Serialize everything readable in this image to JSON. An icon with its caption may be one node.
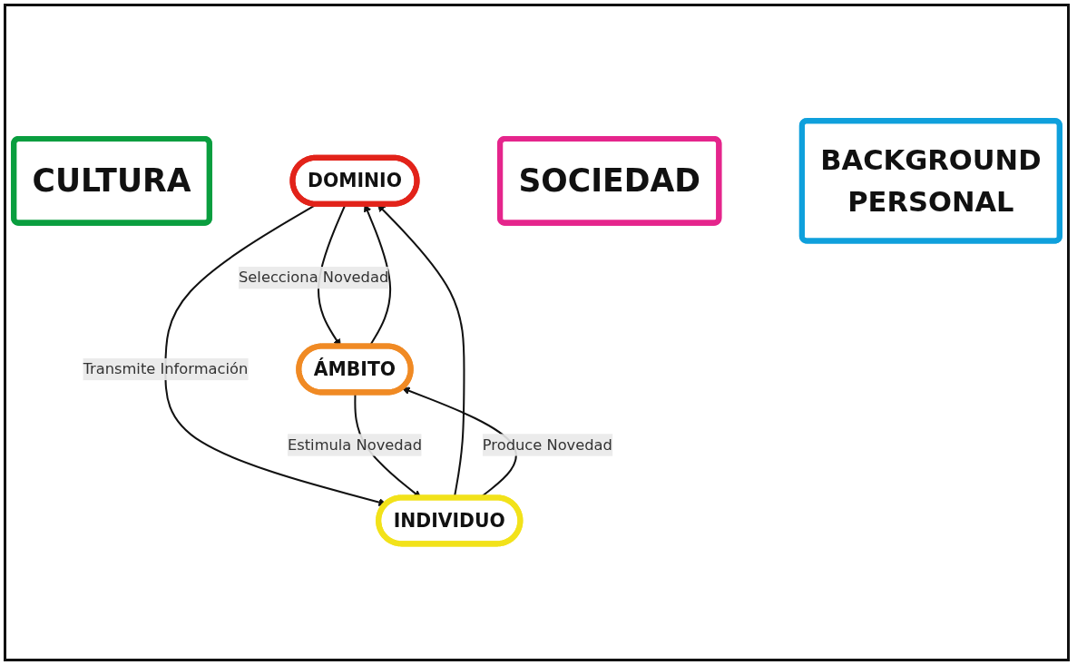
{
  "diagram": {
    "nodes": [
      {
        "text": [
          "CULTURA"
        ]
      },
      {
        "text": [
          "DOMINIO"
        ]
      },
      {
        "text": [
          "ÁMBITO"
        ]
      },
      {
        "text": [
          "INDIVIDUO"
        ]
      },
      {
        "text": [
          "SOCIEDAD"
        ]
      },
      {
        "text": [
          "BACKGROUND",
          "PERSONAL"
        ]
      }
    ],
    "edges": [
      {
        "from": 1,
        "to": 2,
        "arrow": "to",
        "label": "Selecciona Novedad"
      },
      {
        "from": 2,
        "to": 1,
        "arrow": "to"
      },
      {
        "from": 3,
        "to": 1,
        "arrow": "to"
      },
      {
        "from": 1,
        "to": 3,
        "arrow": "to",
        "label": "Transmite Información"
      },
      {
        "from": 3,
        "to": 2,
        "arrow": "to",
        "label": "Produce Novedad"
      },
      {
        "from": 2,
        "to": 3,
        "arrow": "to",
        "label": "Estimula Novedad"
      }
    ]
  }
}
